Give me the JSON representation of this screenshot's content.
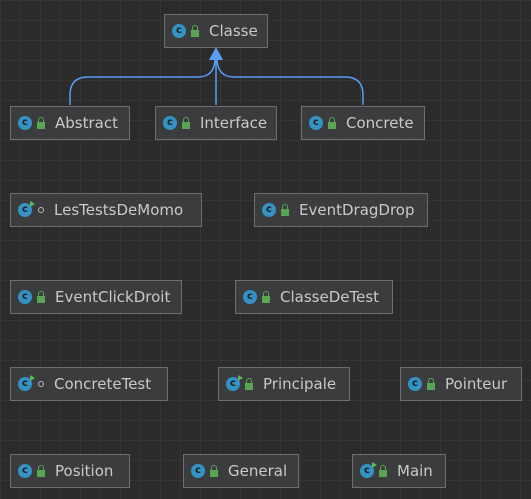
{
  "diagram": {
    "nodes": [
      {
        "id": "classe",
        "label": "Classe",
        "icon": "class-icon",
        "badge": "lock-icon"
      },
      {
        "id": "abstract",
        "label": "Abstract",
        "icon": "class-icon",
        "badge": "lock-icon"
      },
      {
        "id": "interface",
        "label": "Interface",
        "icon": "class-icon",
        "badge": "lock-icon"
      },
      {
        "id": "concrete",
        "label": "Concrete",
        "icon": "class-icon",
        "badge": "lock-icon"
      },
      {
        "id": "lestestsdemomo",
        "label": "LesTestsDeMomo",
        "icon": "runnable-class-icon",
        "badge": "package-private-icon"
      },
      {
        "id": "eventdragdrop",
        "label": "EventDragDrop",
        "icon": "class-icon",
        "badge": "lock-icon"
      },
      {
        "id": "eventclickdroit",
        "label": "EventClickDroit",
        "icon": "class-icon",
        "badge": "lock-icon"
      },
      {
        "id": "classedetest",
        "label": "ClasseDeTest",
        "icon": "class-icon",
        "badge": "lock-icon"
      },
      {
        "id": "concretetest",
        "label": "ConcreteTest",
        "icon": "runnable-class-icon",
        "badge": "package-private-icon"
      },
      {
        "id": "principale",
        "label": "Principale",
        "icon": "runnable-class-icon",
        "badge": "lock-icon"
      },
      {
        "id": "pointeur",
        "label": "Pointeur",
        "icon": "class-icon",
        "badge": "lock-icon"
      },
      {
        "id": "position",
        "label": "Position",
        "icon": "class-icon",
        "badge": "lock-icon"
      },
      {
        "id": "general",
        "label": "General",
        "icon": "class-icon",
        "badge": "lock-icon"
      },
      {
        "id": "main",
        "label": "Main",
        "icon": "runnable-class-icon",
        "badge": "lock-icon"
      }
    ],
    "edges": [
      {
        "from": "abstract",
        "to": "classe",
        "type": "inheritance"
      },
      {
        "from": "interface",
        "to": "classe",
        "type": "inheritance"
      },
      {
        "from": "concrete",
        "to": "classe",
        "type": "inheritance"
      }
    ],
    "colors": {
      "background": "#2b2b2b",
      "node_fill": "#3a3c3e",
      "node_border": "#6e6e6e",
      "class_icon": "#3592c4",
      "lock": "#5aa554",
      "edge": "#589df6",
      "text": "#c9c9c9"
    }
  }
}
